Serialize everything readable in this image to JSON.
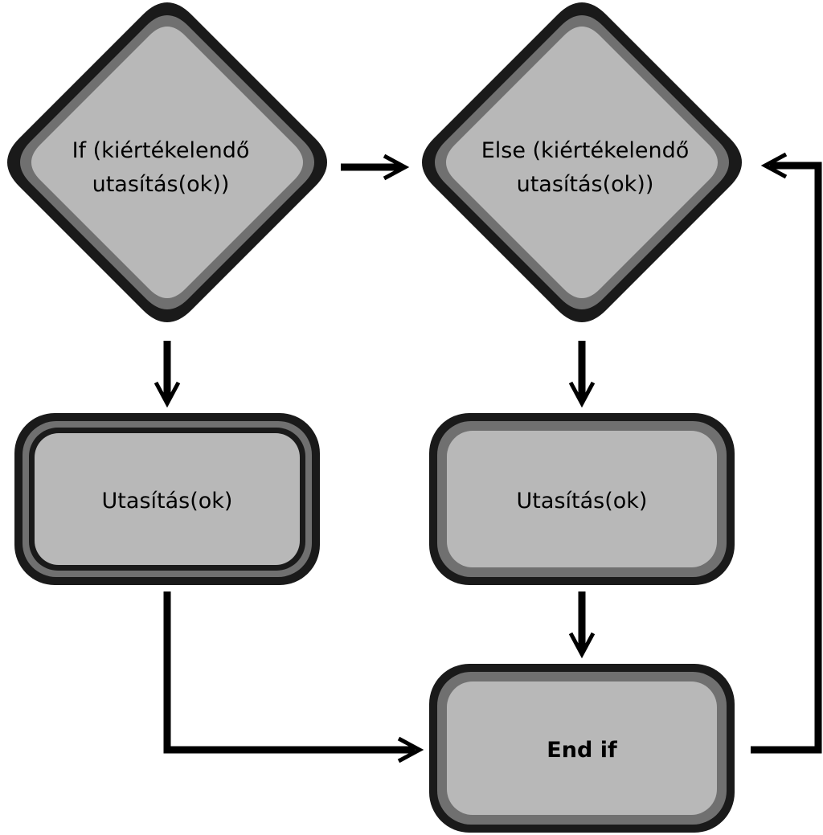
{
  "nodes": {
    "if_decision": {
      "lines": [
        "If (kiértékelendő",
        "utasítás(ok))"
      ]
    },
    "else_decision": {
      "lines": [
        "Else (kiértékelendő",
        "utasítás(ok))"
      ]
    },
    "if_statements": {
      "label": "Utasítás(ok)"
    },
    "else_statements": {
      "label": "Utasítás(ok)"
    },
    "end_if": {
      "label": "End if"
    }
  },
  "colors": {
    "outer_border": "#1a1a1a",
    "middle_ring": "#707070",
    "fill": "#b8b8b8",
    "connector": "#000000",
    "background": "#ffffff"
  }
}
